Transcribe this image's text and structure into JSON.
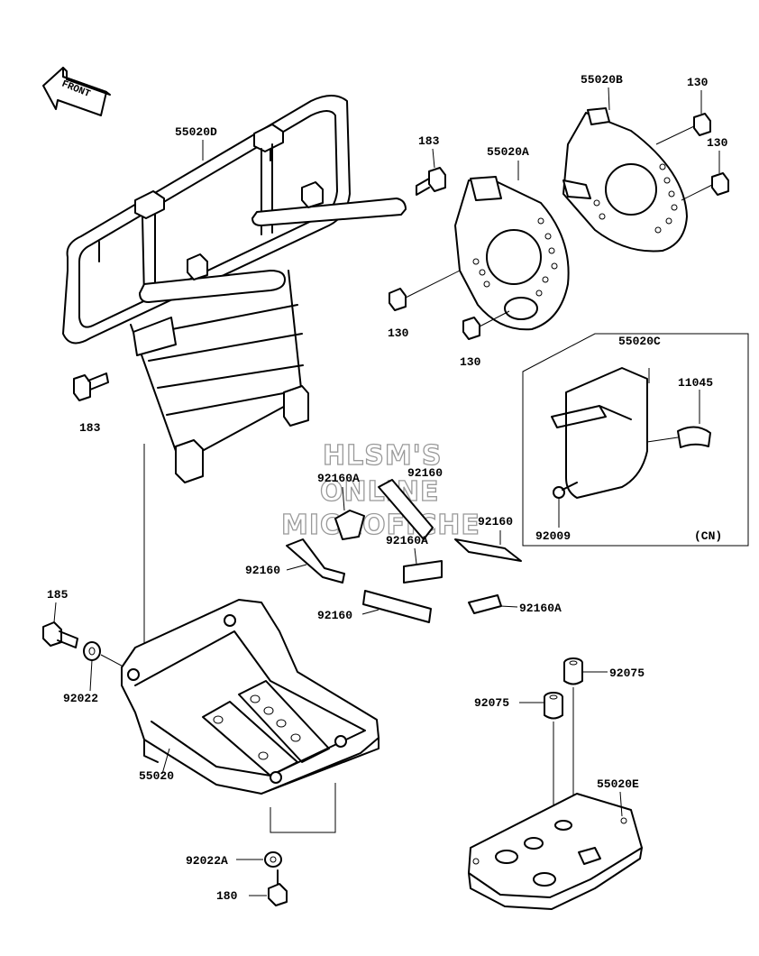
{
  "direction": {
    "label": "FRONT"
  },
  "watermark": {
    "line1": "HLSM'S",
    "line2": "ONLINE",
    "line3": "MICROFICHE"
  },
  "inset_note": "(CN)",
  "parts": {
    "p55020D": "55020D",
    "p183a": "183",
    "p183b": "183",
    "p55020A": "55020A",
    "p55020B": "55020B",
    "p130a": "130",
    "p130b": "130",
    "p130c": "130",
    "p130d": "130",
    "p55020C": "55020C",
    "p11045": "11045",
    "p92009": "92009",
    "p92160A_1": "92160A",
    "p92160_1": "92160",
    "p92160_2": "92160",
    "p92160A_2": "92160A",
    "p92160_3": "92160",
    "p92160_4": "92160",
    "p92160A_3": "92160A",
    "p185": "185",
    "p92022": "92022",
    "p55020": "55020",
    "p92022A": "92022A",
    "p180": "180",
    "p92075a": "92075",
    "p92075b": "92075",
    "p55020E": "55020E"
  }
}
